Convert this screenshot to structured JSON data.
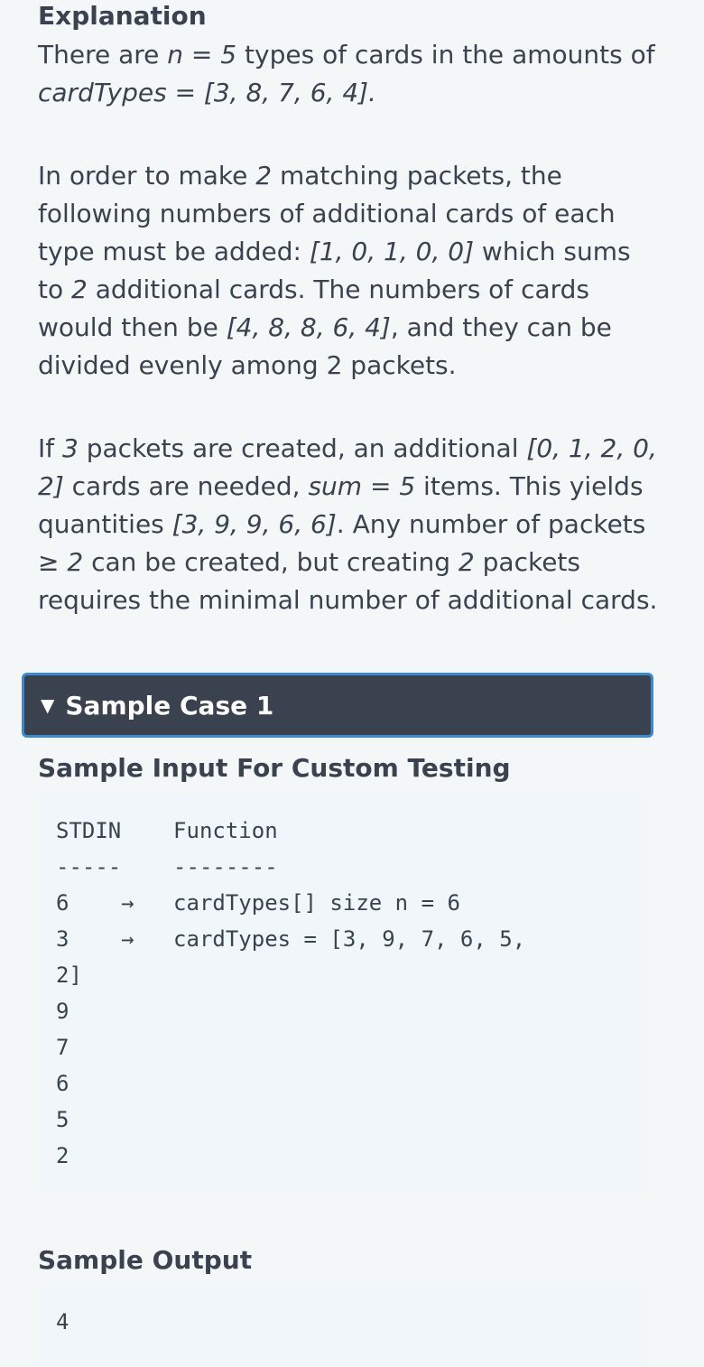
{
  "explanation": {
    "title": "Explanation",
    "p1": {
      "a": "There are ",
      "n_var": "n",
      "b": " = ",
      "n_val": "5",
      "c": " types of cards in the amounts of",
      "ct_var": "cardTypes",
      "d": " = [3, 8, 7, 6, 4]."
    },
    "p2": {
      "a": "In order to make ",
      "two": "2",
      "b": " matching packets, the following numbers of additional cards of each type must be added: ",
      "arr1": "[1, 0, 1, 0, 0]",
      "c": " which sums to ",
      "two2": "2",
      "d": " additional cards. The numbers of cards would then be ",
      "arr2": "[4, 8, 8, 6, 4]",
      "e": ", and they can be divided evenly among 2 packets."
    },
    "p3": {
      "a": "If ",
      "three": "3",
      "b": " packets are created, an additional ",
      "arr1": "[0, 1, 2, 0, 2]",
      "c": " cards are needed, ",
      "sum_var": "sum",
      "d": " = ",
      "five": "5",
      "e": " items. This yields quantities ",
      "arr2": "[3, 9, 9, 6, 6]",
      "f": ". Any number of packets ",
      "ge": "≥ ",
      "two": "2",
      "g": " can be created, but creating ",
      "two2": "2",
      "h": " packets requires the minimal number of additional cards."
    }
  },
  "sample_case": {
    "toggle_icon": "▼",
    "title": "Sample Case 1",
    "input_title": "Sample Input For Custom Testing",
    "input_lines": [
      "STDIN    Function",
      "-----    --------",
      "6    →   cardTypes[] size n = 6",
      "3    →   cardTypes = [3, 9, 7, 6, 5,",
      "2]",
      "9",
      "7",
      "6",
      "5",
      "2"
    ],
    "output_title": "Sample Output",
    "output_lines": [
      "4"
    ]
  }
}
